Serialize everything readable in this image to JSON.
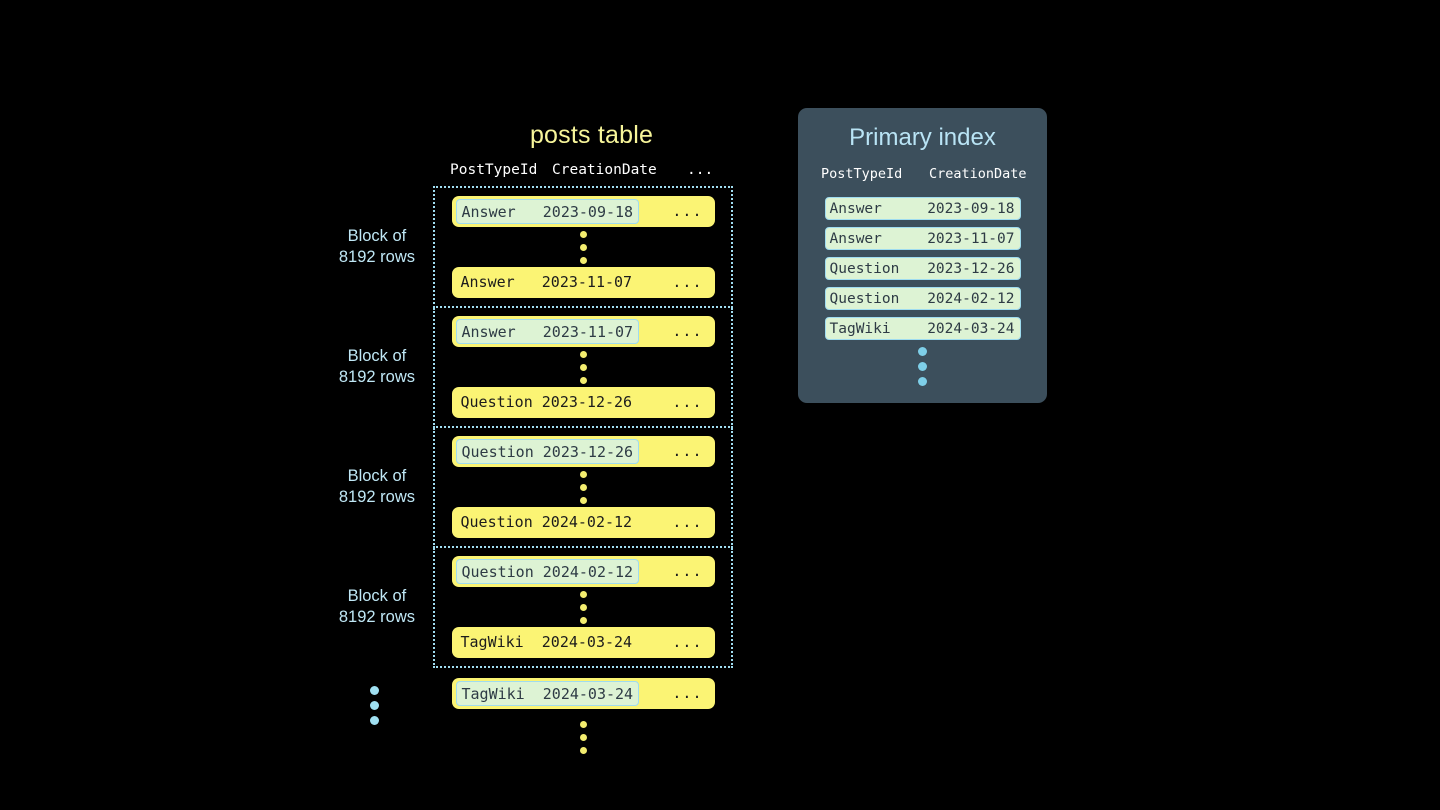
{
  "background": "#000000",
  "posts_table": {
    "title": "posts table",
    "columns": [
      "PostTypeId",
      "CreationDate",
      "..."
    ],
    "ellipsis_cell": "...",
    "blocks": [
      {
        "label_line1": "Block of",
        "label_line2": "8192 rows",
        "first_row": {
          "type": "Answer",
          "date": "2023-09-18",
          "highlighted": true
        },
        "last_row": {
          "type": "Answer",
          "date": "2023-11-07",
          "highlighted": false
        }
      },
      {
        "label_line1": "Block of",
        "label_line2": "8192 rows",
        "first_row": {
          "type": "Answer",
          "date": "2023-11-07",
          "highlighted": true
        },
        "last_row": {
          "type": "Question",
          "date": "2023-12-26",
          "highlighted": false
        }
      },
      {
        "label_line1": "Block of",
        "label_line2": "8192 rows",
        "first_row": {
          "type": "Question",
          "date": "2023-12-26",
          "highlighted": true
        },
        "last_row": {
          "type": "Question",
          "date": "2024-02-12",
          "highlighted": false
        }
      },
      {
        "label_line1": "Block of",
        "label_line2": "8192 rows",
        "first_row": {
          "type": "Question",
          "date": "2024-02-12",
          "highlighted": true
        },
        "last_row": {
          "type": "TagWiki",
          "date": "2024-03-24",
          "highlighted": false
        }
      }
    ],
    "trailing_row": {
      "type": "TagWiki",
      "date": "2024-03-24",
      "highlighted": true
    }
  },
  "primary_index": {
    "title": "Primary index",
    "columns": [
      "PostTypeId",
      "CreationDate"
    ],
    "rows": [
      {
        "type": "Answer",
        "date": "2023-09-18"
      },
      {
        "type": "Answer",
        "date": "2023-11-07"
      },
      {
        "type": "Question",
        "date": "2023-12-26"
      },
      {
        "type": "Question",
        "date": "2024-02-12"
      },
      {
        "type": "TagWiki",
        "date": "2024-03-24"
      }
    ]
  },
  "colors": {
    "row_yellow": "#fbf474",
    "highlight_green": "#ddf3d4",
    "highlight_border": "#9fdcf0",
    "panel_bg": "#3c4f5c",
    "title_yellow": "#f7f59a",
    "title_blue": "#b9e4f5",
    "label_blue": "#bfe7f5",
    "dot_yellow": "#f2ec6e",
    "dot_blue": "#7ecfe8"
  }
}
